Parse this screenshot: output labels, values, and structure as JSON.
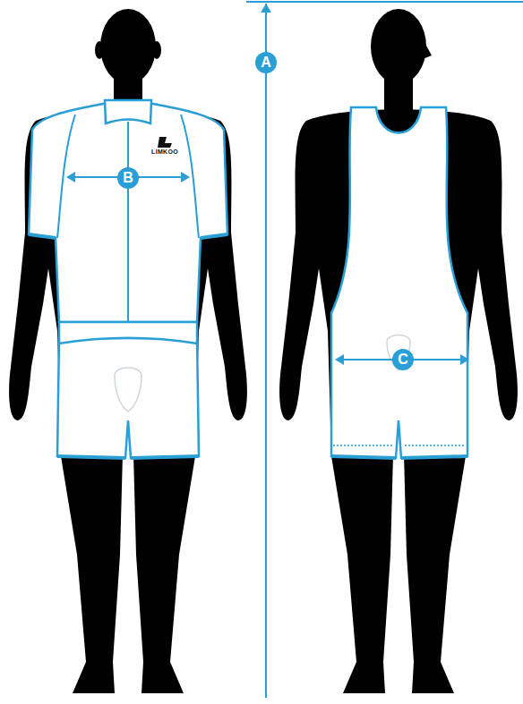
{
  "diagram": {
    "labels": [
      "A",
      "B",
      "C",
      "LIMKOO"
    ]
  }
}
